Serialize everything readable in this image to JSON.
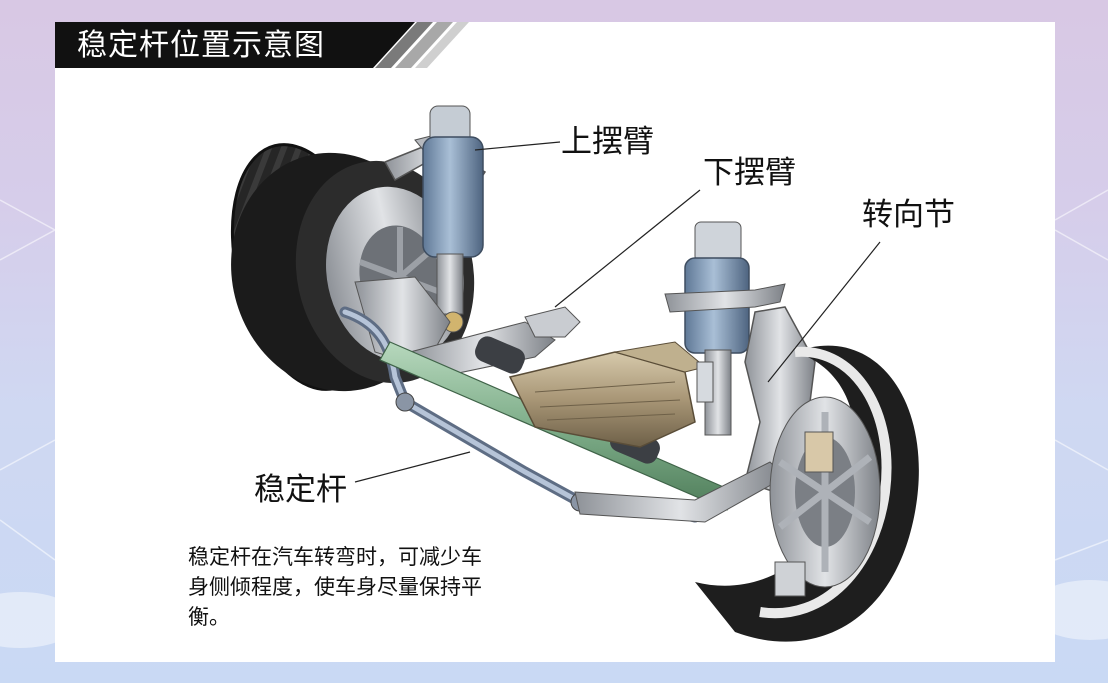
{
  "title": "稳定杆位置示意图",
  "labels": {
    "upper_arm": "上摆臂",
    "lower_arm": "下摆臂",
    "knuckle": "转向节",
    "stabilizer": "稳定杆"
  },
  "description": "稳定杆在汽车转弯时，可减少车身侧倾程度，使车身尽量保持平衡。",
  "colors": {
    "title_bar": "#111111",
    "title_text": "#ffffff",
    "tire": "#1e1e1e",
    "rim": "#b9bcc0",
    "shock": "#7f97b4",
    "steering_rack": "#7fae8a",
    "gearbox": "#a89676",
    "stabilizer_bar": "#9aa9bf"
  }
}
